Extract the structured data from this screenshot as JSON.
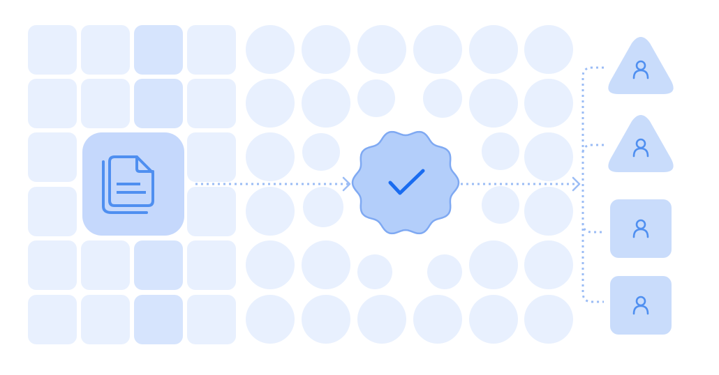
{
  "colors": {
    "background": "#ffffff",
    "tile_light": "#e8f0fe",
    "tile_medium": "#d6e4fd",
    "document_tile": "#c5d8fc",
    "icon_blue": "#4f8ff0",
    "badge_fill": "#b3cefa",
    "badge_stroke": "#7fa9f2",
    "check": "#1a6cf0",
    "connector": "#9bbcf5",
    "user_shape": "#c9dcfb"
  },
  "icons": {
    "document": "documents-icon",
    "verified": "check-badge-icon",
    "user": "user-icon"
  },
  "users": [
    {
      "shape": "triangle"
    },
    {
      "shape": "triangle"
    },
    {
      "shape": "square"
    },
    {
      "shape": "square"
    }
  ]
}
